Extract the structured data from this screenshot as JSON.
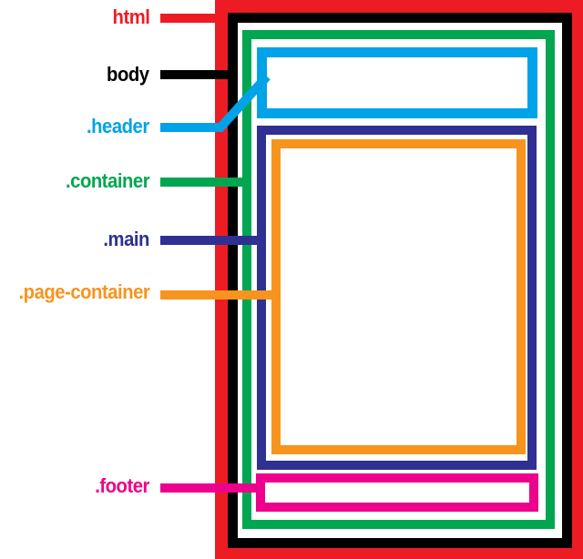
{
  "labels": {
    "html": "html",
    "body": "body",
    "header": ".header",
    "container": ".container",
    "main": ".main",
    "page_container": ".page-container",
    "footer": ".footer"
  },
  "colors": {
    "html": "#ED1C24",
    "body": "#000000",
    "header": "#00A2E8",
    "container": "#00A650",
    "main": "#2E3192",
    "page_container": "#F7941D",
    "footer": "#EC008C"
  }
}
